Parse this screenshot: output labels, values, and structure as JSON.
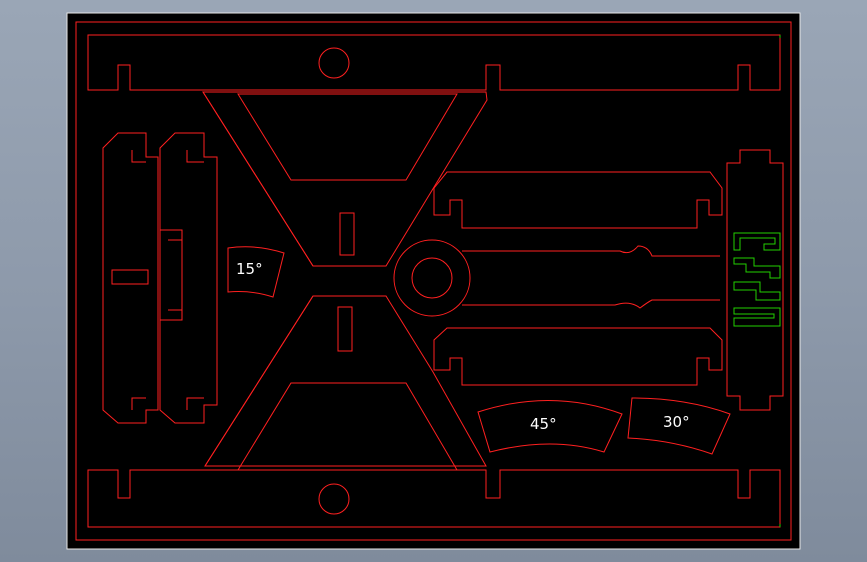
{
  "drawing": {
    "background_color": "#000000",
    "frame_color": "#ffffff",
    "cut_color": "#ff2020",
    "engrave_color": "#22d000",
    "label_color": "#ffffff",
    "labels": {
      "angle_15": "15°",
      "angle_45": "45°",
      "angle_30": "30°"
    }
  }
}
